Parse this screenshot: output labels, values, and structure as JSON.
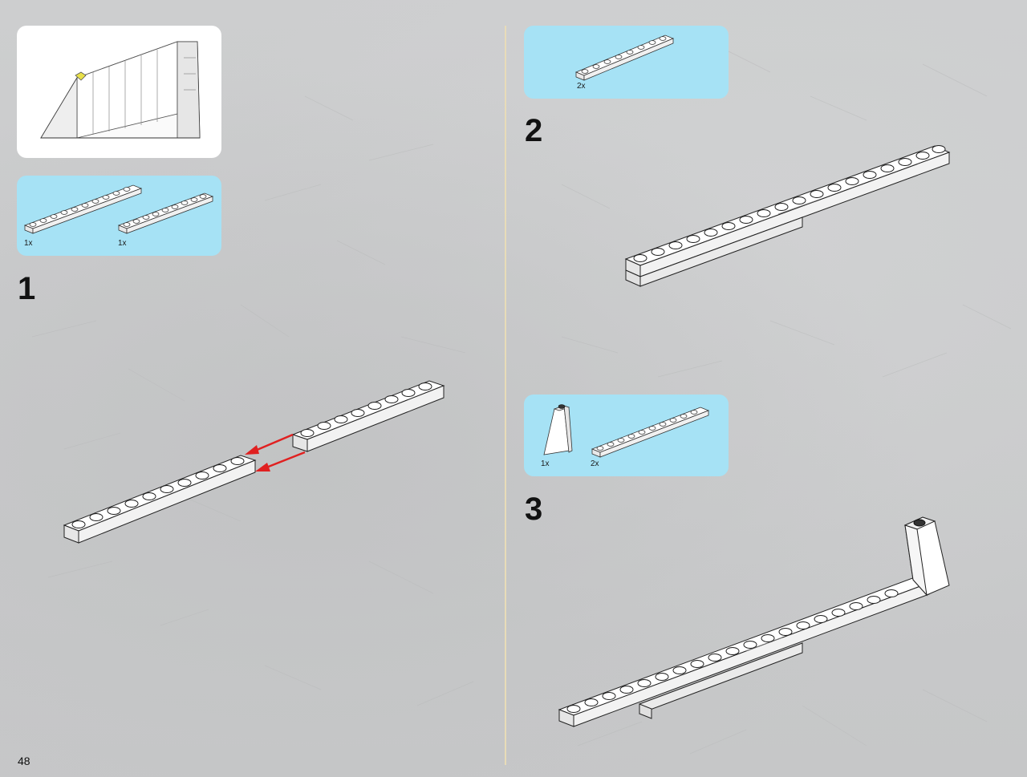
{
  "page": {
    "number": "48"
  },
  "steps": [
    {
      "number": "1",
      "parts": [
        {
          "qty": "1x"
        },
        {
          "qty": "1x"
        }
      ]
    },
    {
      "number": "2",
      "parts": [
        {
          "qty": "2x"
        }
      ]
    },
    {
      "number": "3",
      "parts": [
        {
          "qty": "1x"
        },
        {
          "qty": "2x"
        }
      ]
    }
  ],
  "colors": {
    "background": "#c9cacb",
    "parts_panel": "#a6e2f5",
    "submodel_panel": "#ffffff",
    "arrow": "#e02020",
    "divider": "#e8dcb8"
  }
}
